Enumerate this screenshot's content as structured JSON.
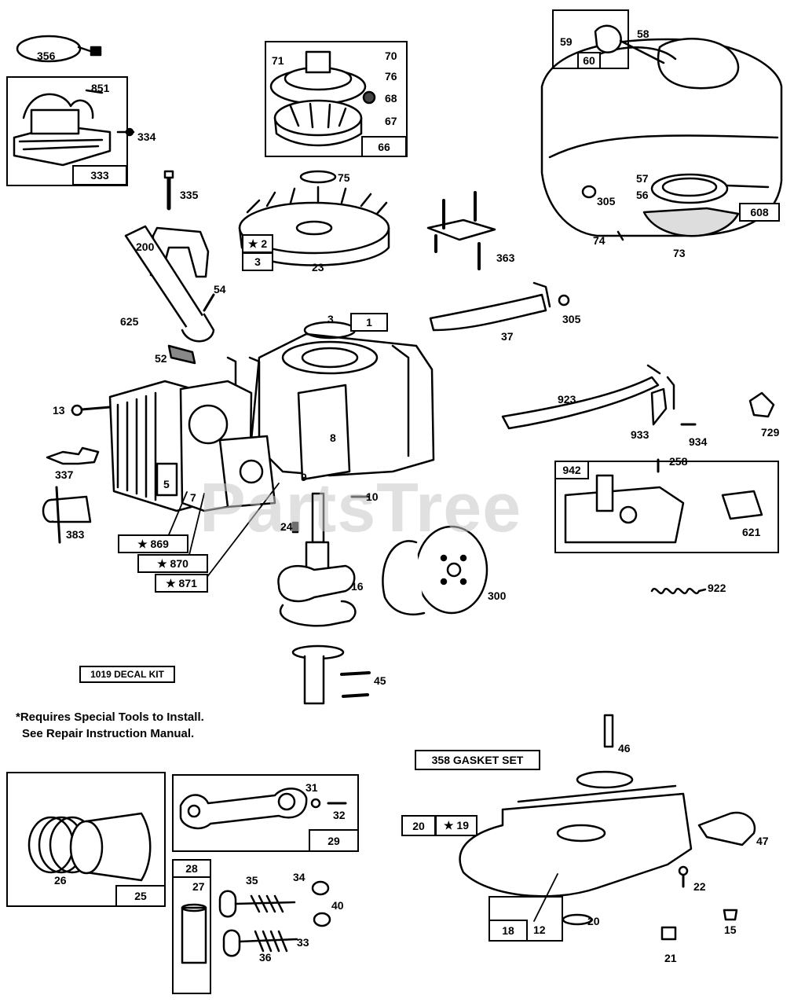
{
  "watermark": "PartsTree",
  "note": {
    "line1": "*Requires Special Tools to Install.",
    "line2": "See Repair Instruction Manual."
  },
  "kits": {
    "decal": "1019 DECAL KIT",
    "gasket": "358  GASKET SET"
  },
  "labels": {
    "p356": "356",
    "p851": "851",
    "p334": "334",
    "p333": "333",
    "p70": "70",
    "p71": "71",
    "p76": "76",
    "p68": "68",
    "p67": "67",
    "p66": "66",
    "p59": "59",
    "p60": "60",
    "p58": "58",
    "p57": "57",
    "p56": "56",
    "p305a": "305",
    "p608": "608",
    "p74": "74",
    "p73": "73",
    "p335": "335",
    "p200": "200",
    "p75": "75",
    "p23": "23",
    "p363": "363",
    "p54": "54",
    "p625": "625",
    "p52": "52",
    "p2": "★ 2",
    "p3box": "3",
    "p3": "3",
    "p1": "1",
    "p37": "37",
    "p305b": "305",
    "p13": "13",
    "p8": "8",
    "p5": "5",
    "p7": "7",
    "p9": "9",
    "p337": "337",
    "p10": "10",
    "p383": "383",
    "p869": "★ 869",
    "p870": "★ 870",
    "p871": "★ 871",
    "p24": "24",
    "p16": "16",
    "p300": "300",
    "p45": "45",
    "p923": "923",
    "p933": "933",
    "p934": "934",
    "p729": "729",
    "p258": "258",
    "p942": "942",
    "p621": "621",
    "p922": "922",
    "p26": "26",
    "p25": "25",
    "p31": "31",
    "p32": "32",
    "p29": "29",
    "p28": "28",
    "p27": "27",
    "p35": "35",
    "p34": "34",
    "p40": "40",
    "p33": "33",
    "p36": "36",
    "p46": "46",
    "p20": "20",
    "p19": "★ 19",
    "p47": "47",
    "p22": "22",
    "p15": "15",
    "p18": "18",
    "p12": "12",
    "p20b": "20",
    "p21": "21"
  }
}
